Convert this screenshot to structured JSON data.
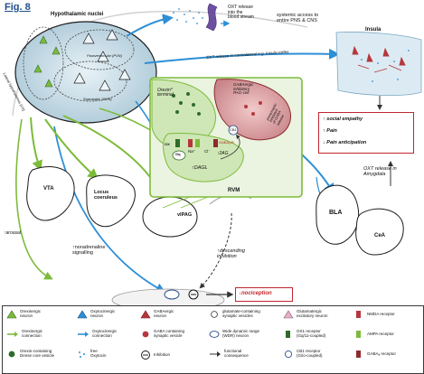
{
  "figure": {
    "label": "Fig. 8"
  },
  "nuclei": {
    "title": "Hypothalamic nuclei",
    "pvn_label": "Paraventricular (PVN)",
    "son_label": "Supraoptic (SON)",
    "lh_label": "Lateral hypothalamus (LH)"
  },
  "release": {
    "blood": "OXT release\ninto the\nblood stream",
    "systemic": "systemic access to\nentire PNS & CNS",
    "insula_release": "OXT release in contralateral e.g. Insula cortex",
    "insula": "Insula",
    "amygdala": "OXT release in\nAmygdala"
  },
  "effects": {
    "items": [
      {
        "arrow": "↑",
        "text": "social empathy"
      },
      {
        "arrow": "↑",
        "text": "Pain"
      },
      {
        "arrow": "↓",
        "text": "Pain anticipation"
      }
    ]
  },
  "regions": {
    "vta": "VTA",
    "arousal": "arousal",
    "lc": "Locus\ncoeruleus",
    "noradrenaline": "noradrenaline\nsignalling",
    "vlpag": "vlPAG",
    "rvm": "RVM",
    "descending": "descending\ninhibition",
    "bla": "BLA",
    "cea": "CeA",
    "nociception": "nociception"
  },
  "inset": {
    "orexin_terminal": "Orexin*\nterminal",
    "gaba_cell": "GABAergic\ninhibitory\nPAG-cell",
    "presynaptic": "presynaptic\ninhibition\nof GABA\nrelease",
    "gq": "Gq",
    "orx": "OX",
    "na": "Na⁺",
    "cl": "Cl⁻",
    "twoag": "2AG",
    "dagl": "DAGL",
    "gaba_r": "GABAₐ-R",
    "cb1": "CB1"
  },
  "legend": {
    "items": [
      {
        "symbol": "green-triangle",
        "text": "Orexinergic\nneuron"
      },
      {
        "symbol": "green-arrow",
        "text": "Orexinergic\nconnection"
      },
      {
        "symbol": "dcv",
        "text": "Orexin-containing\nDense core vesicle"
      },
      {
        "symbol": "blue-triangle",
        "text": "Oxytocinergic\nneuron"
      },
      {
        "symbol": "blue-arrow",
        "text": "Oxytocinergic\nconnection"
      },
      {
        "symbol": "free-oxt",
        "text": "free\nOxytocin"
      },
      {
        "symbol": "red-triangle",
        "text": "GABAergic\nneuron"
      },
      {
        "symbol": "gaba-vesicle",
        "text": "GABA containing\nsynaptic vesicle"
      },
      {
        "symbol": "inhibition",
        "text": "Inhibition"
      },
      {
        "symbol": "glut-vesicle",
        "text": "glutamate-containing\nsynaptic vesicles"
      },
      {
        "symbol": "wdr",
        "text": "Wide dynamic range\n(WDR) neuron"
      },
      {
        "symbol": "functional",
        "text": "functional\nconsequence"
      },
      {
        "symbol": "glut-neuron",
        "text": "Glutamatergic\nexcitatory neuron"
      },
      {
        "symbol": "ox1",
        "text": "OX1 receptor\n(Gq/11-coupled)"
      },
      {
        "symbol": "cb1",
        "text": "CB1 receptor\n(Gi/o-coupled)"
      },
      {
        "symbol": "nmda",
        "text": "NMDA receptor"
      },
      {
        "symbol": "ampa",
        "text": "AMPA receptor"
      },
      {
        "symbol": "gabaa",
        "text": "GABAₐ receptor"
      }
    ]
  },
  "colors": {
    "orexin_green": "#7dbb3a",
    "oxt_blue": "#2d8fd6",
    "gaba_red": "#b5373d",
    "nuclei_fill": "#cfe3ec",
    "dark_green": "#2e6b2a"
  }
}
